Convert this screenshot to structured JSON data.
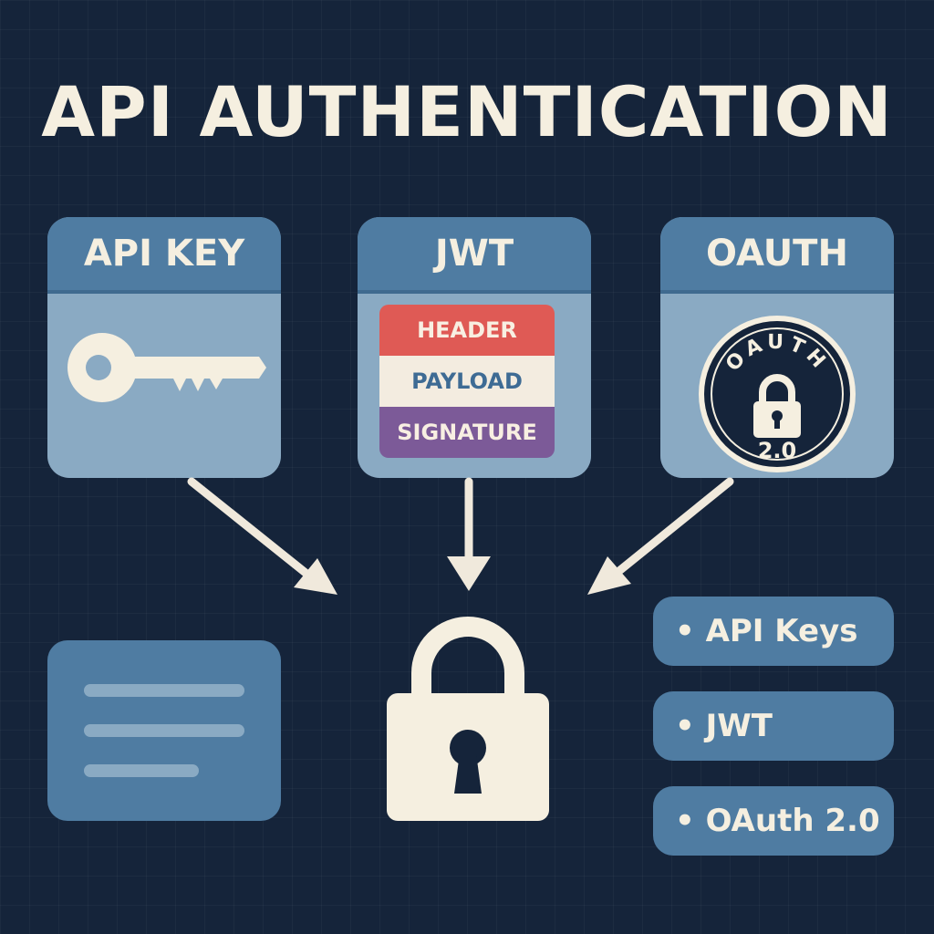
{
  "title": "API AUTHENTICATION",
  "cards": [
    {
      "label": "API KEY",
      "icon": "key-icon"
    },
    {
      "label": "JWT",
      "parts": [
        "HEADER",
        "PAYLOAD",
        "SIGNATURE"
      ]
    },
    {
      "label": "OAUTH",
      "badge": {
        "top_text": "OAUTH",
        "version": "2.0",
        "icon": "padlock-icon"
      }
    }
  ],
  "summary": [
    "• API Keys",
    "• JWT",
    "• OAuth 2.0"
  ],
  "colors": {
    "background": "#15243a",
    "card_header": "#4f7ca2",
    "card_body": "#8aaac3",
    "cream": "#f5efe0",
    "header_red": "#df5a55",
    "signature_purple": "#7c5a98"
  }
}
